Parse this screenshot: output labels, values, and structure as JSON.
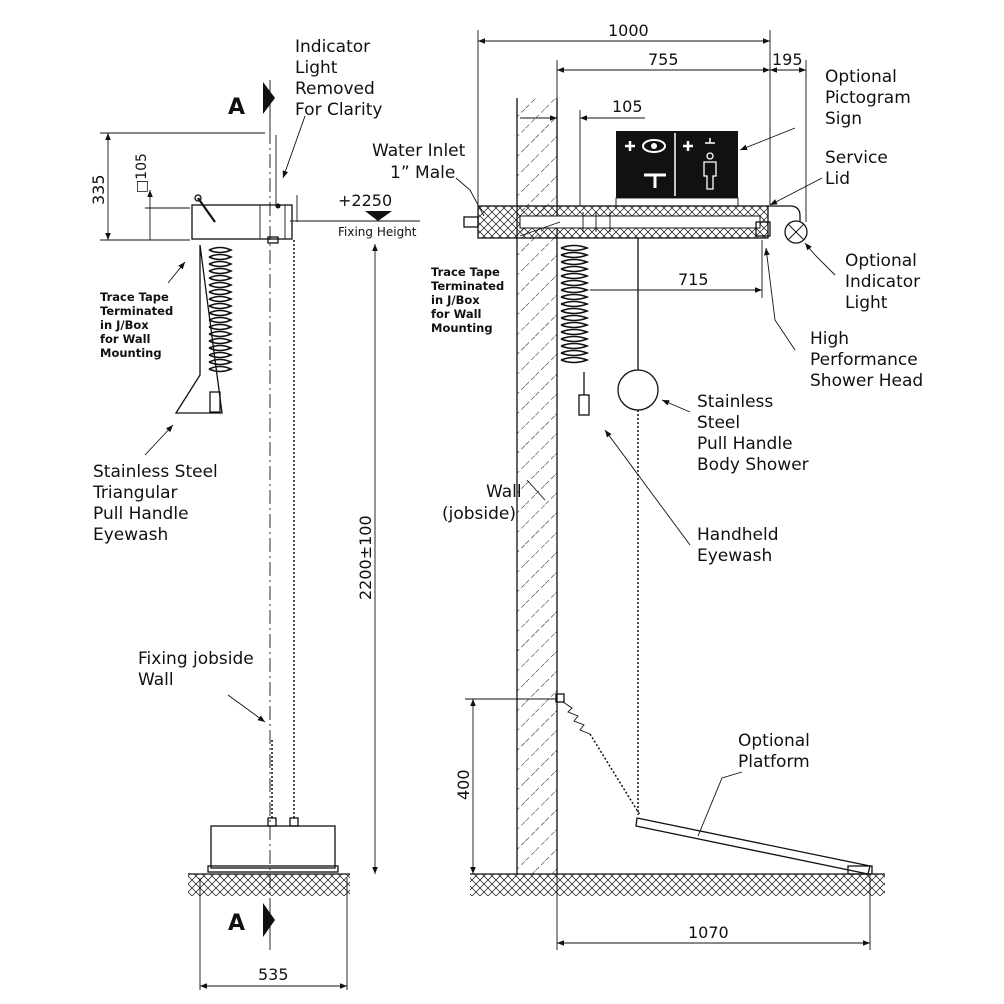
{
  "section_marker": "A",
  "labels": {
    "indicator_removed": [
      "Indicator",
      "Light",
      "Removed",
      "For Clarity"
    ],
    "trace_tape_left": [
      "Trace Tape",
      "Terminated",
      "in J/Box",
      "for Wall",
      "Mounting"
    ],
    "triangular_eyewash": [
      "Stainless Steel",
      "Triangular",
      "Pull Handle",
      "Eyewash"
    ],
    "fixing_wall": [
      "Fixing jobside",
      "Wall"
    ],
    "water_inlet": [
      "Water Inlet",
      "1” Male"
    ],
    "trace_tape_right": [
      "Trace Tape",
      "Terminated",
      "in J/Box",
      "for Wall",
      "Mounting"
    ],
    "wall_jobside": [
      "Wall",
      "(jobside)"
    ],
    "pictogram": [
      "Optional",
      "Pictogram",
      "Sign"
    ],
    "service_lid": [
      "Service",
      "Lid"
    ],
    "indicator_light": [
      "Optional",
      "Indicator",
      "Light"
    ],
    "shower_head": [
      "High",
      "Performance",
      "Shower Head"
    ],
    "body_shower": [
      "Stainless",
      "Steel",
      "Pull Handle",
      "Body Shower"
    ],
    "handheld_eyewash": [
      "Handheld",
      "Eyewash"
    ],
    "platform": [
      "Optional",
      "Platform"
    ],
    "fixing_height_value": "+2250",
    "fixing_height_label": "Fixing Height"
  },
  "dimensions": {
    "d335": "335",
    "d105_left": "□105",
    "d2200": "2200±100",
    "d535": "535",
    "d1000": "1000",
    "d755": "755",
    "d195": "195",
    "d105_right": "105",
    "d715": "715",
    "d400": "400",
    "d1070": "1070"
  }
}
